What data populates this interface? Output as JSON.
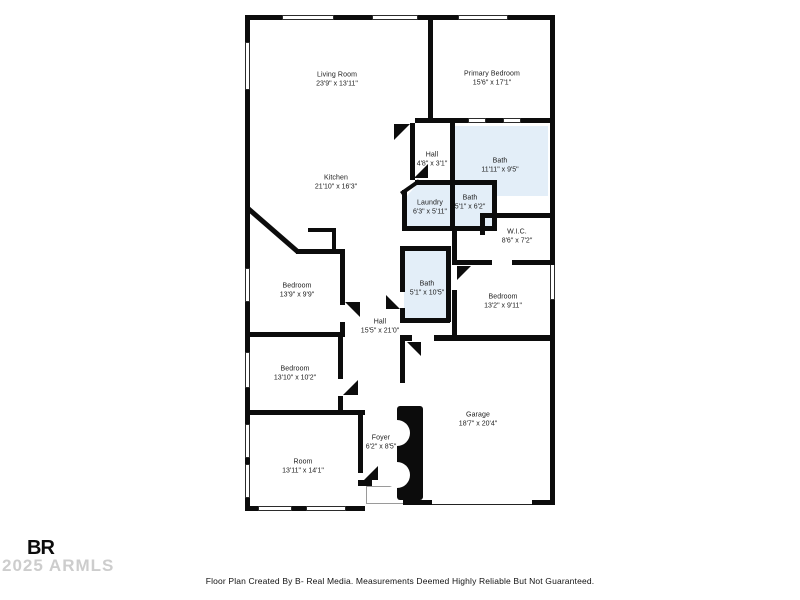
{
  "watermark": {
    "logo": "BR",
    "year_text": "2025 ARMLS"
  },
  "footer": {
    "disclaimer": "Floor Plan Created By B- Real Media. Measurements Deemed Highly Reliable But Not Guaranteed."
  },
  "colors": {
    "wall": "#0c0c0c",
    "bath_fill": "#e3eef8",
    "background": "#ffffff",
    "watermark_gray": "#cdcdcd"
  },
  "rooms": [
    {
      "name": "Living Room",
      "dims": "23'9\" x 13'11\""
    },
    {
      "name": "Primary Bedroom",
      "dims": "15'6\" x 17'1\""
    },
    {
      "name": "Kitchen",
      "dims": "21'10\" x 16'3\""
    },
    {
      "name": "Hall",
      "dims": "4'8\" x 3'1\""
    },
    {
      "name": "Bath",
      "dims": "11'11\" x 9'5\""
    },
    {
      "name": "Laundry",
      "dims": "6'3\" x 5'11\""
    },
    {
      "name": "Bath",
      "dims": "5'1\" x 6'2\""
    },
    {
      "name": "W.I.C.",
      "dims": "8'6\" x 7'2\""
    },
    {
      "name": "Bath",
      "dims": "5'1\" x 10'5\""
    },
    {
      "name": "Bedroom",
      "dims": "13'2\" x 9'11\""
    },
    {
      "name": "Bedroom",
      "dims": "13'9\" x 9'9\""
    },
    {
      "name": "Hall",
      "dims": "15'5\" x 21'0\""
    },
    {
      "name": "Bedroom",
      "dims": "13'10\" x 10'2\""
    },
    {
      "name": "Room",
      "dims": "13'11\" x 14'1\""
    },
    {
      "name": "Foyer",
      "dims": "6'2\" x 8'5\""
    },
    {
      "name": "Garage",
      "dims": "18'7\" x 20'4\""
    }
  ]
}
